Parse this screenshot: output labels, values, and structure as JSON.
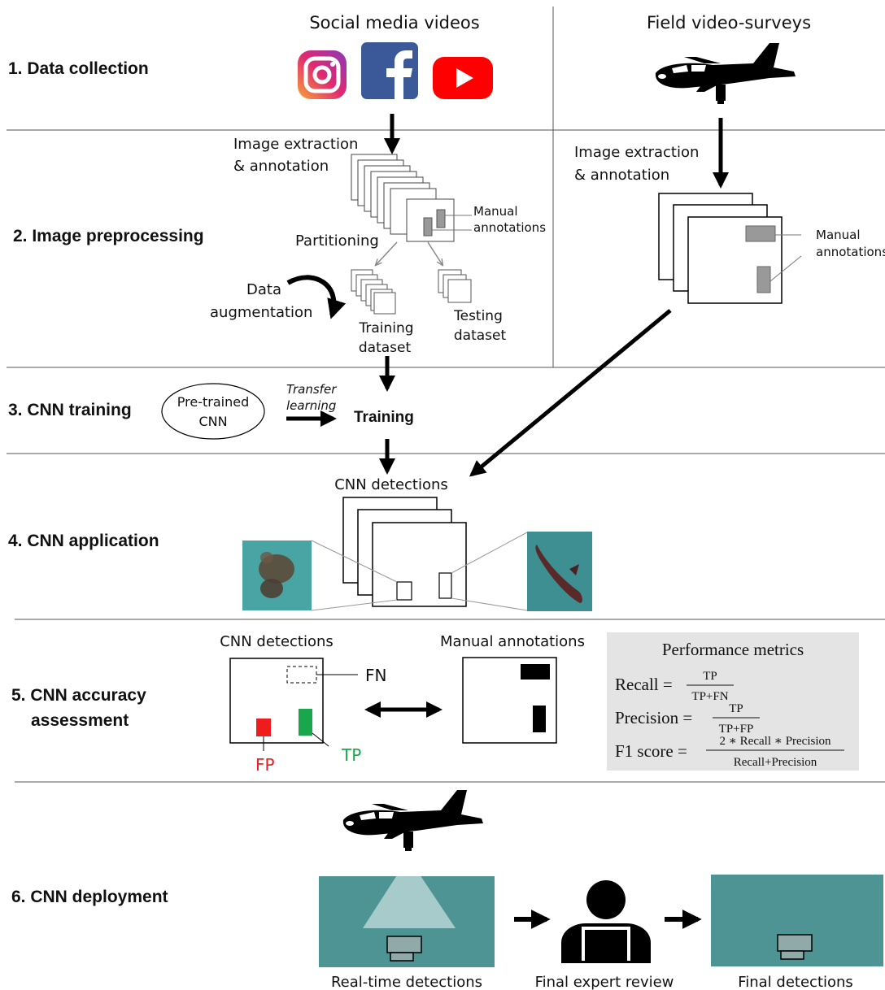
{
  "steps": {
    "s1": "1. Data collection",
    "s2": "2. Image preprocessing",
    "s3": "3. CNN training",
    "s4": "4. CNN application",
    "s5a": "5. CNN accuracy",
    "s5b": "assessment",
    "s6": "6. CNN deployment"
  },
  "sources": {
    "social": "Social media videos",
    "field": "Field video-surveys"
  },
  "preprocessing": {
    "extract1": "Image extraction",
    "extract2": "& annotation",
    "manual1": "Manual",
    "manual2": "annotations",
    "partitioning": "Partitioning",
    "aug1": "Data",
    "aug2": "augmentation",
    "train1": "Training",
    "train2": "dataset",
    "test1": "Testing",
    "test2": "dataset"
  },
  "training": {
    "pretrained1": "Pre-trained",
    "pretrained2": "CNN",
    "transfer1": "Transfer",
    "transfer2": "learning",
    "training": "Training"
  },
  "application": {
    "detections": "CNN detections"
  },
  "assessment": {
    "detections": "CNN detections",
    "manual": "Manual annotations",
    "fn": "FN",
    "fp": "FP",
    "tp": "TP",
    "metrics_title": "Performance metrics",
    "recall": "Recall =",
    "precision": "Precision =",
    "f1": "F1 score =",
    "tp_num": "TP",
    "recall_den": "TP+FN",
    "precision_den": "TP+FP",
    "f1_num": "2 ∗ Recall ∗ Precision",
    "f1_den": "Recall+Precision"
  },
  "deployment": {
    "realtime": "Real-time detections",
    "review": "Final expert review",
    "final": "Final detections"
  },
  "colors": {
    "fp": "#ee1c1c",
    "tp": "#1aa64a",
    "sea": "#4e9495",
    "metrics_bg": "#e4e4e4"
  },
  "icons": [
    "instagram-icon",
    "facebook-icon",
    "youtube-icon",
    "airplane-icon",
    "expert-icon"
  ]
}
